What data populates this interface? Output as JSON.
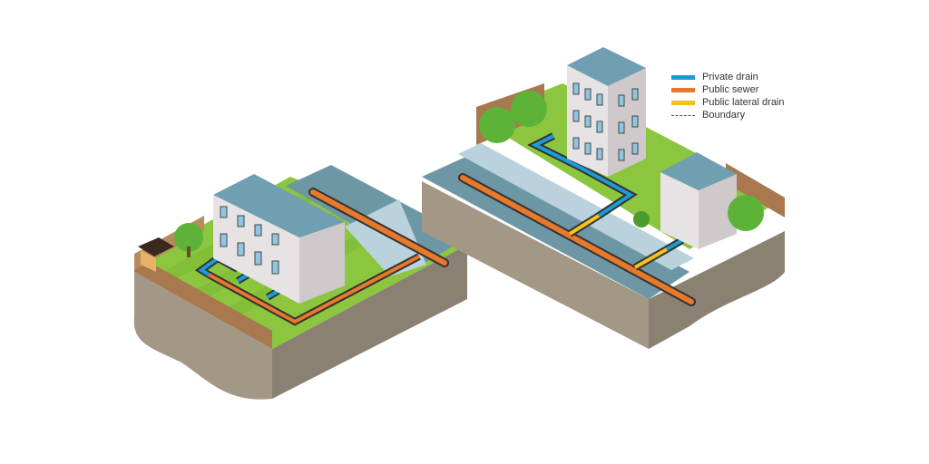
{
  "legend": {
    "items": [
      {
        "label": "Private drain",
        "color": "#1e9ad6",
        "style": "solid"
      },
      {
        "label": "Public sewer",
        "color": "#e8782a",
        "style": "solid"
      },
      {
        "label": "Public lateral drain",
        "color": "#f5c21b",
        "style": "solid"
      },
      {
        "label": "Boundary",
        "color": "#555555",
        "style": "dashed"
      }
    ]
  },
  "colors": {
    "grass": "#8cc63f",
    "grass_stripe": "#7dba34",
    "soil": "#9a8f80",
    "soil_dark": "#857b6d",
    "road": "#6e97a6",
    "pavement": "#b9d2dc",
    "building_wall": "#d9d4d6",
    "roof": "#6f9fb0",
    "fence": "#a8784f",
    "tree": "#5cb338"
  },
  "scenes": [
    {
      "name": "terraced-houses-plot"
    },
    {
      "name": "apartment-and-house-plot"
    }
  ]
}
